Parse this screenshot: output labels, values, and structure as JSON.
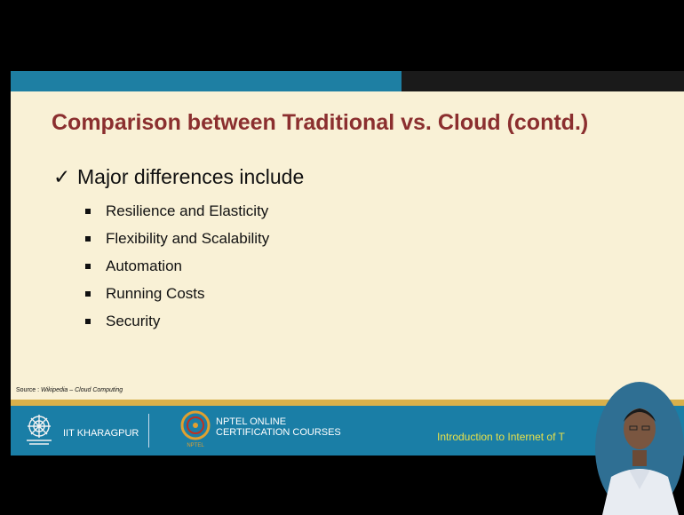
{
  "slide": {
    "title": "Comparison between Traditional vs. Cloud (contd.)",
    "main_bullet": "Major differences include",
    "sub_bullets": [
      "Resilience and Elasticity",
      "Flexibility and Scalability",
      "Automation",
      "Running Costs",
      "Security"
    ],
    "source_label": "Source : ",
    "source_text": "Wikipedia – Cloud Computing"
  },
  "footer": {
    "institute": "IIT KHARAGPUR",
    "nptel_line1": "NPTEL ONLINE",
    "nptel_line2": "CERTIFICATION COURSES",
    "nptel_logo_text": "NPTEL",
    "course_title": "Introduction to Internet of T"
  },
  "colors": {
    "title": "#8b2f2f",
    "slide_bg": "#f9f1d6",
    "footer_blue": "#1a7ea6",
    "course_text": "#e8e04a"
  }
}
